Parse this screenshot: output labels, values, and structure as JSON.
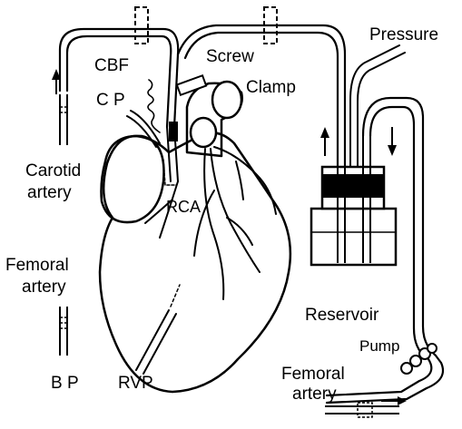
{
  "labels": {
    "pressure": "Pressure",
    "cbf": "CBF",
    "screw": "Screw",
    "clamp": "Clamp",
    "cp": "C P",
    "carotid": "Carotid",
    "artery_left": "artery",
    "rca": "RCA",
    "femoral_left": "Femoral",
    "femoral_artery_left": "artery",
    "reservoir": "Reservoir",
    "pump": "Pump",
    "femoral_right": "Femoral",
    "femoral_artery_right": "artery",
    "bp": "B P",
    "rvp": "RVP"
  },
  "colors": {
    "ink": "#000000",
    "background": "#ffffff"
  }
}
